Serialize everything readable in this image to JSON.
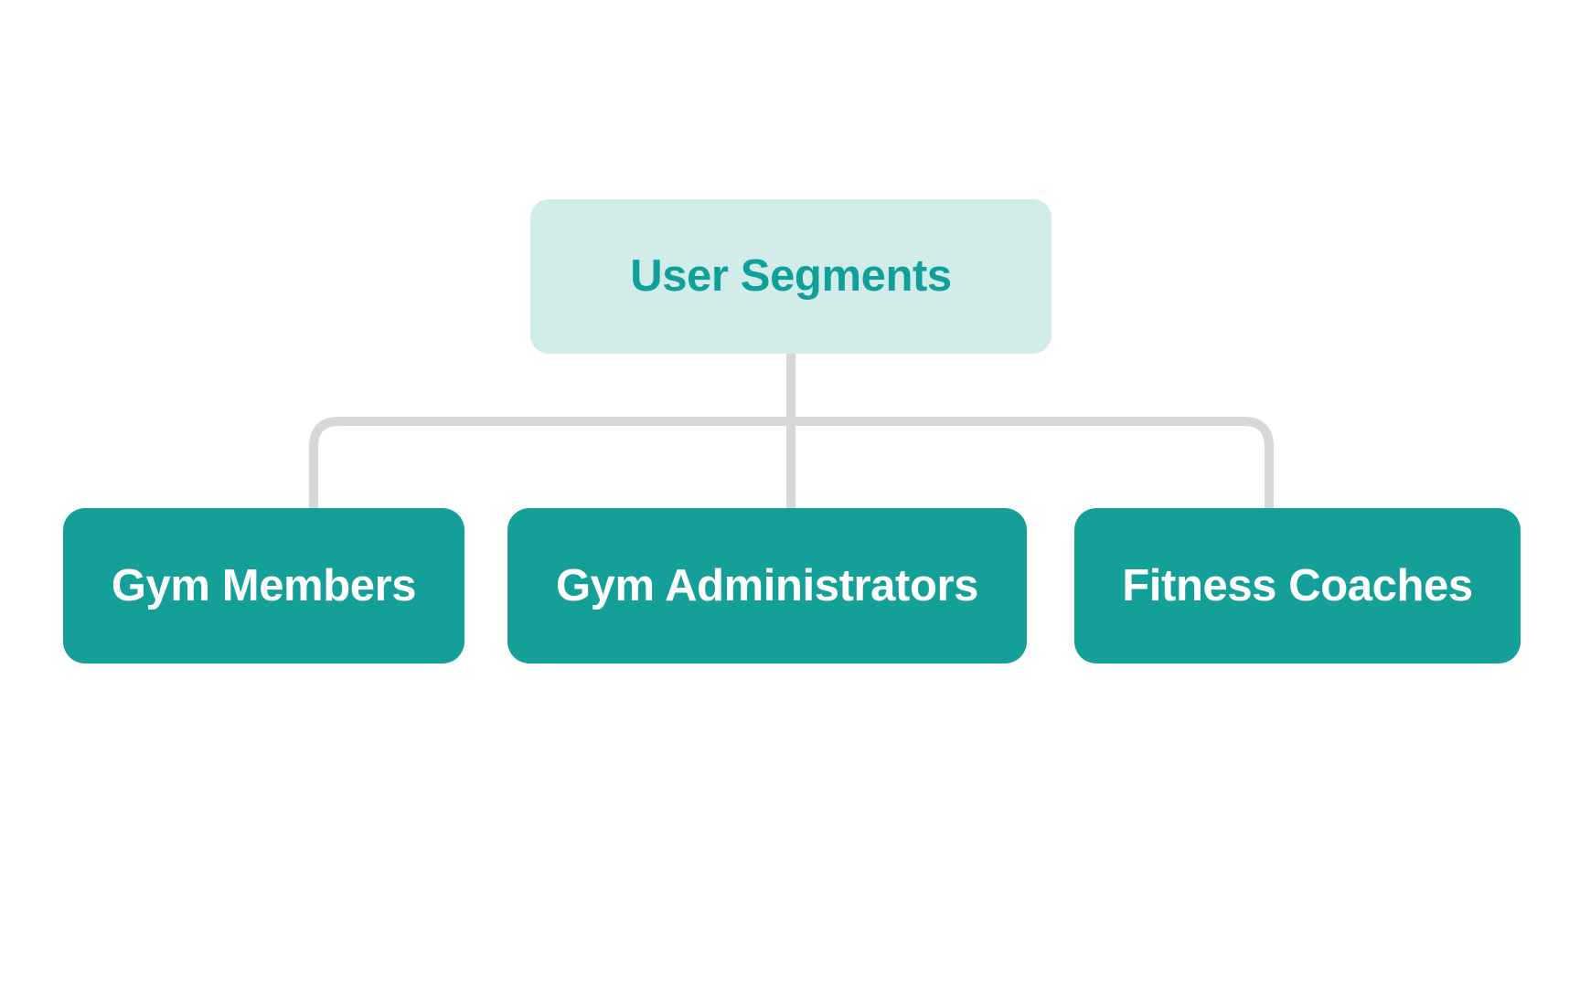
{
  "diagram": {
    "type": "org-chart",
    "title": "User Segments",
    "root": {
      "label": "User Segments",
      "background_color": "#d2ecea",
      "text_color": "#11a099"
    },
    "children": [
      {
        "label": "Gym Members",
        "background_color": "#14a098",
        "text_color": "#ffffff"
      },
      {
        "label": "Gym Administrators",
        "background_color": "#14a098",
        "text_color": "#ffffff"
      },
      {
        "label": "Fitness Coaches",
        "background_color": "#14a098",
        "text_color": "#ffffff"
      }
    ],
    "connector_color": "#d6d7d9",
    "canvas_background": "#ffffff"
  }
}
